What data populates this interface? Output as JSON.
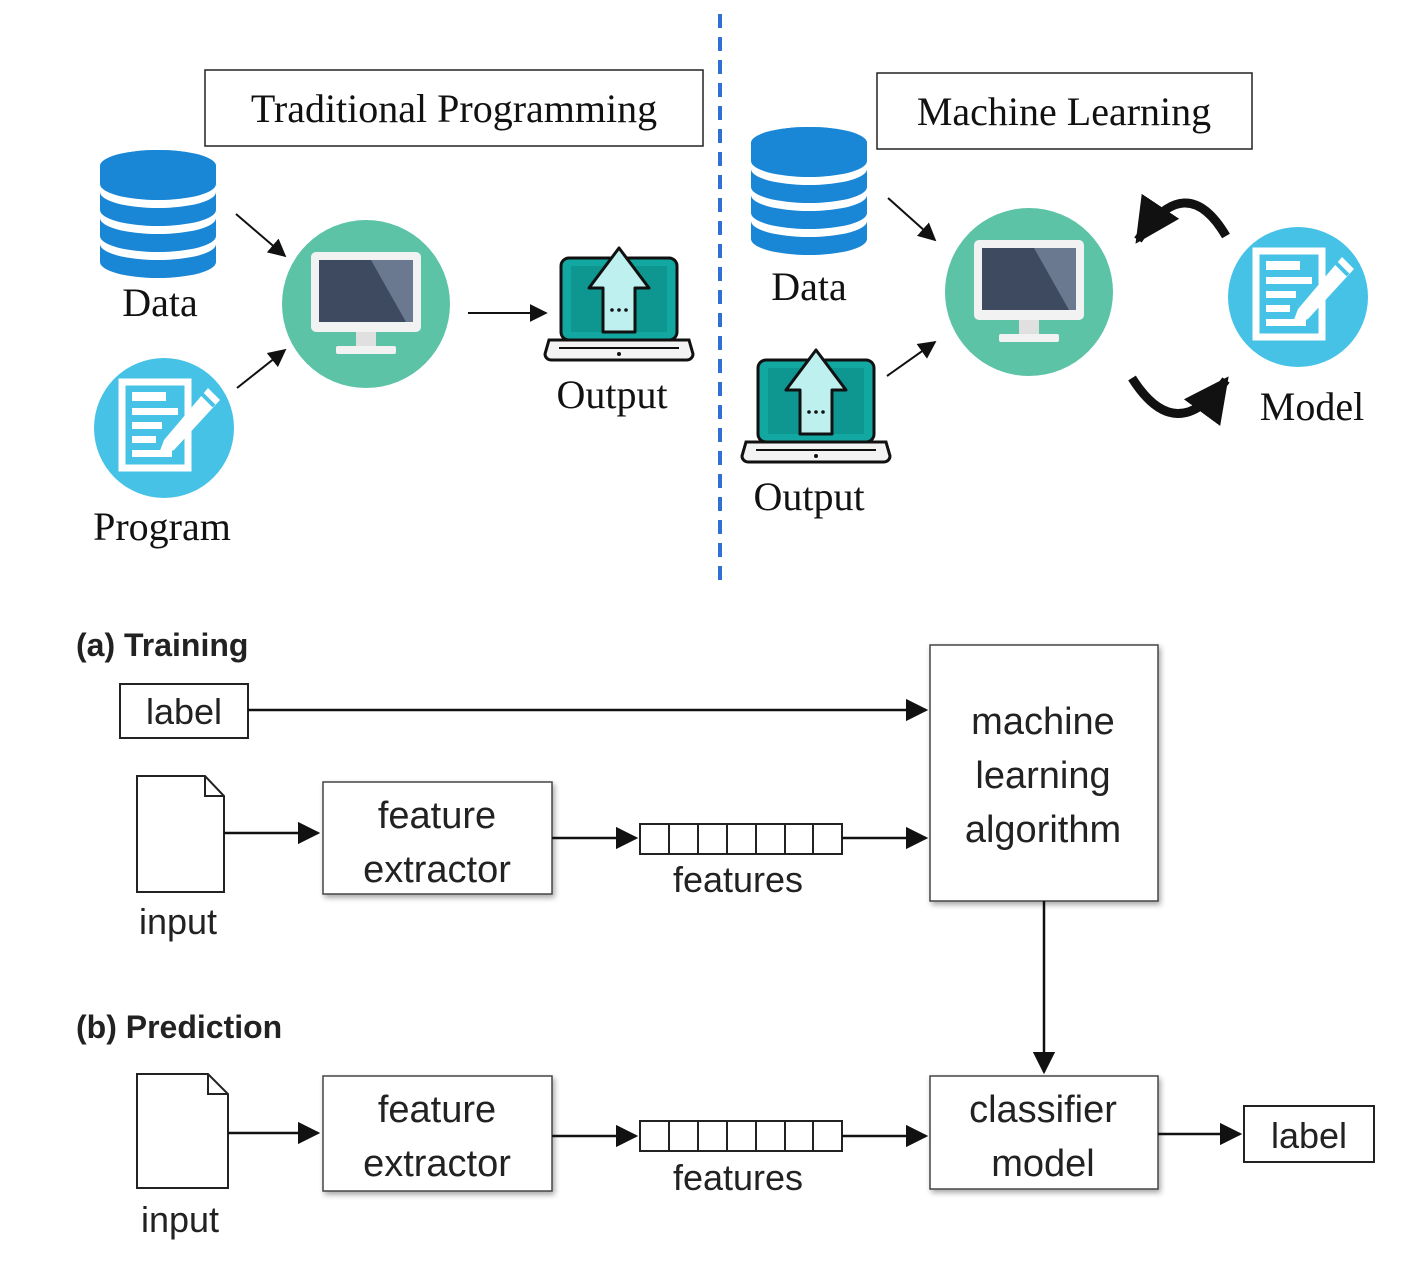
{
  "top": {
    "traditional": {
      "title": "Traditional Programming",
      "data_label": "Data",
      "program_label": "Program",
      "output_label": "Output"
    },
    "ml": {
      "title": "Machine Learning",
      "data_label": "Data",
      "output_label": "Output",
      "model_label": "Model"
    }
  },
  "bottom": {
    "training": {
      "heading": "(a) Training",
      "label_box": "label",
      "input_label": "input",
      "extractor_line1": "feature",
      "extractor_line2": "extractor",
      "features_label": "features",
      "algo_line1": "machine",
      "algo_line2": "learning",
      "algo_line3": "algorithm"
    },
    "prediction": {
      "heading": "(b) Prediction",
      "input_label": "input",
      "extractor_line1": "feature",
      "extractor_line2": "extractor",
      "features_label": "features",
      "classifier_line1": "classifier",
      "classifier_line2": "model",
      "label_box": "label"
    }
  },
  "colors": {
    "database_blue": "#1a86d6",
    "monitor_circle": "#5cc3a6",
    "monitor_screen": "#3d4a5f",
    "document_circle": "#45c2e6",
    "laptop_teal": "#12a8a1",
    "arrow_light": "#bdf0ef",
    "divider_blue": "#2f6fd6"
  }
}
